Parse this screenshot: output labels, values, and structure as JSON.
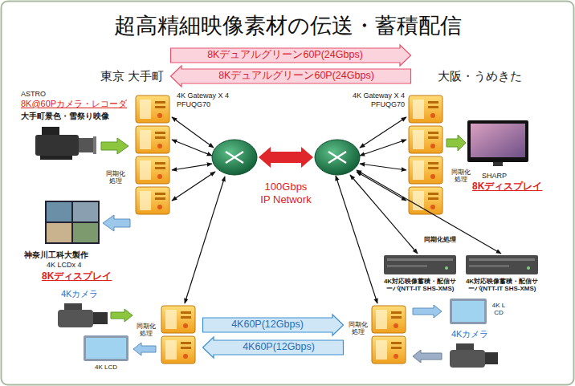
{
  "diagram": {
    "title": "超高精細映像素材の伝送・蓄積配信",
    "nodes": [
      {
        "text": [
          "8Kデュアルグリーン60P(24Gbps)"
        ]
      },
      {
        "text": [
          "8Kデュアルグリーン60P(24Gbps)"
        ]
      },
      {
        "text": [
          "4K60P(12Gbps)"
        ]
      },
      {
        "text": [
          "4K60P(12Gbps)"
        ]
      }
    ],
    "labels": [
      "東京 大手町",
      "大阪・うめきた",
      "ASTRO",
      "8K@60Pカメラ・レコーダ",
      "大手町景色・雪祭り映像",
      "4K Gateway X 4",
      "PFUQG70",
      "4K Gateway X 4",
      "PFUQG70",
      "同期化処理",
      "同期化処理",
      "SHARP",
      "8Kディスプレイ",
      "100Gbps",
      "IP Network",
      "神奈川工科大製作",
      "4K LCDx 4",
      "8Kディスプレイ",
      "同期化処理",
      "4K対応映像蓄積・配信サーバ(NTT-IT SHS-XMS)",
      "4K対応映像蓄積・配信サーバ(NTT-IT SHS-XMS)",
      "4Kカメラ",
      "同期化処理",
      "4K LCD",
      "4K LCD",
      "同期化処理",
      "4Kカメラ"
    ]
  }
}
